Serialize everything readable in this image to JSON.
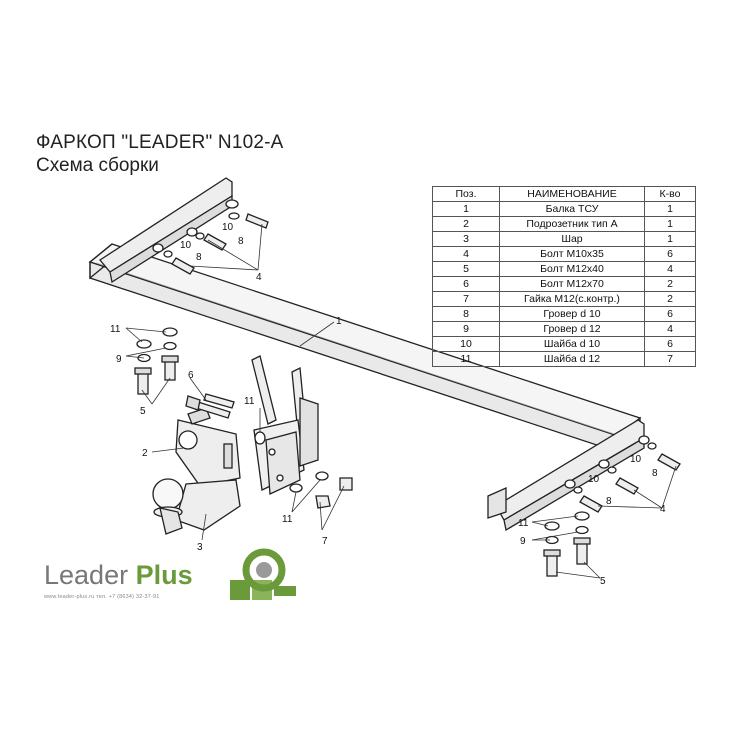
{
  "title": {
    "main": "ФАРКОП \"LEADER\" N102-A",
    "subtitle": "Схема сборки"
  },
  "table": {
    "headers": {
      "pos": "Поз.",
      "name": "НАИМЕНОВАНИЕ",
      "qty": "К-во"
    },
    "rows": [
      {
        "pos": "1",
        "name": "Балка ТСУ",
        "qty": "1"
      },
      {
        "pos": "2",
        "name": "Подрозетник тип А",
        "qty": "1"
      },
      {
        "pos": "3",
        "name": "Шар",
        "qty": "1"
      },
      {
        "pos": "4",
        "name": "Болт М10х35",
        "qty": "6"
      },
      {
        "pos": "5",
        "name": "Болт М12х40",
        "qty": "4"
      },
      {
        "pos": "6",
        "name": "Болт М12х70",
        "qty": "2"
      },
      {
        "pos": "7",
        "name": "Гайка М12(с.контр.)",
        "qty": "2"
      },
      {
        "pos": "8",
        "name": "Гровер d 10",
        "qty": "6"
      },
      {
        "pos": "9",
        "name": "Гровер d 12",
        "qty": "4"
      },
      {
        "pos": "10",
        "name": "Шайба d 10",
        "qty": "6"
      },
      {
        "pos": "11",
        "name": "Шайба d 12",
        "qty": "7"
      }
    ]
  },
  "callouts": {
    "c1": "1",
    "c2": "2",
    "c3": "3",
    "c4a": "4",
    "c4b": "4",
    "c5a": "5",
    "c5b": "5",
    "c6": "6",
    "c7": "7",
    "c8a": "8",
    "c8b": "8",
    "c8c": "8",
    "c8d": "8",
    "c9a": "9",
    "c9b": "9",
    "c10a": "10",
    "c10b": "10",
    "c10c": "10",
    "c10d": "10",
    "c11a": "11",
    "c11b": "11",
    "c11c": "11",
    "c11d": "11"
  },
  "brand": {
    "name_a": "Leader",
    "name_b": "Plus",
    "contact": "www.leader-plus.ru    тел. +7 (8634) 32-37-91",
    "logo_icon": "leader-plus-logo-icon",
    "accent_color": "#6b9a3a"
  }
}
